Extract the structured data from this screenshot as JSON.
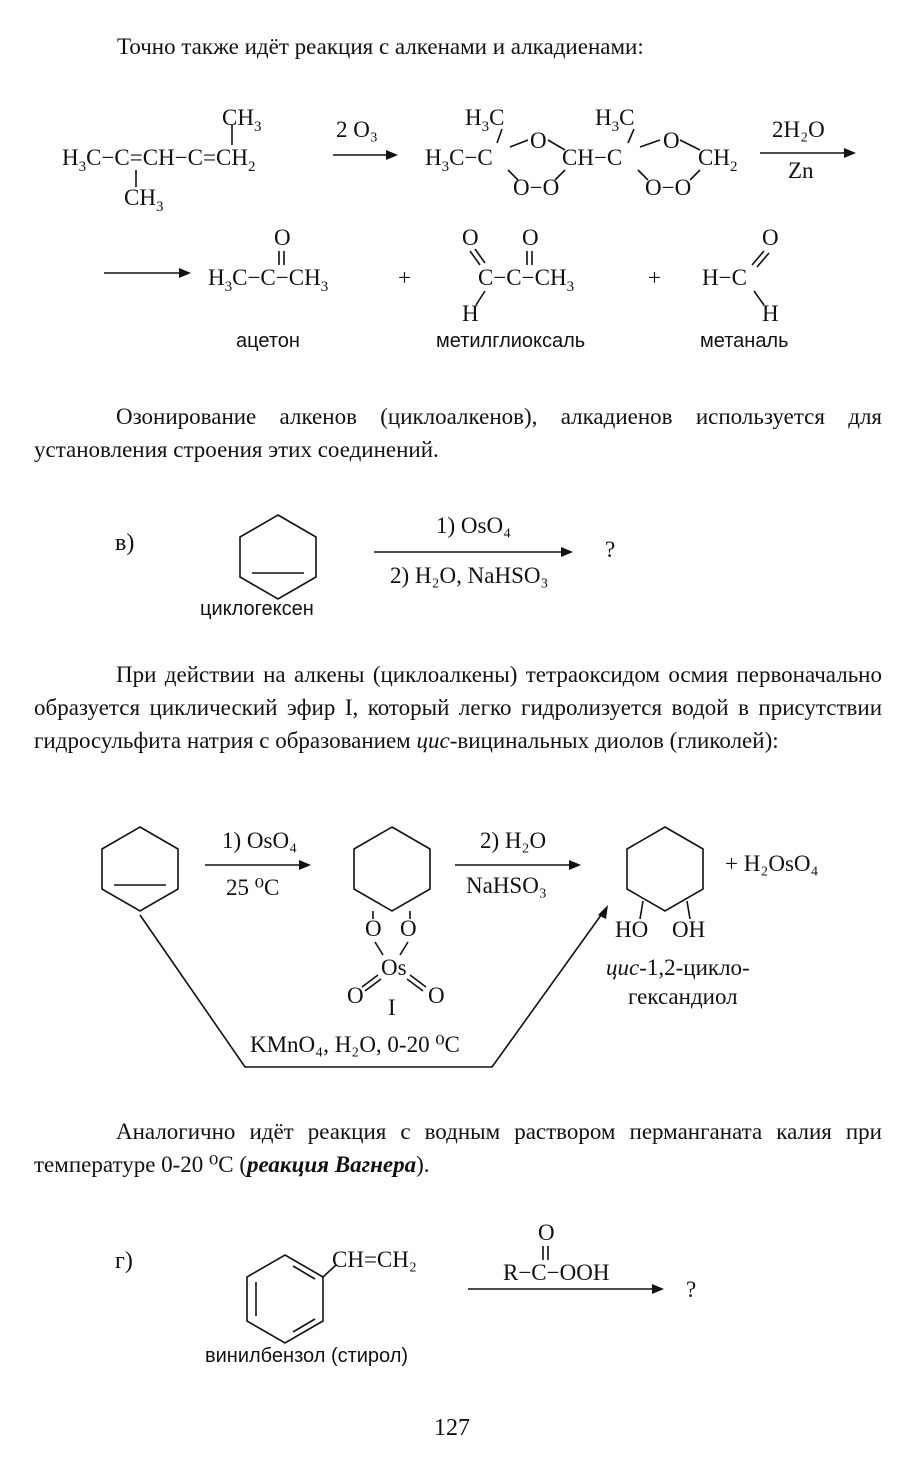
{
  "intro": "Точно также идёт реакция с алкенами и алкадиенами:",
  "scheme1": {
    "reagent1": "2 O₃",
    "reagent2_top": "2H₂O",
    "reagent2_bottom": "Zn",
    "product_names": [
      "ацетон",
      "метилглиоксаль",
      "метаналь"
    ]
  },
  "para_ozonolysis": "Озонирование алкенов (циклоалкенов), алкадиенов используется для установления строения этих соединений.",
  "task_v": {
    "label": "в)",
    "compound_name": "циклогексен",
    "reagent_top": "1) OsO₄",
    "reagent_bottom": "2) H₂O, NaHSO₃",
    "result": "?"
  },
  "para_osmium": {
    "before": "При действии на алкены (циклоалкены) тетраоксидом осмия первоначально образуется циклический эфир I, который легко гидролизуется водой в присутствии гидросульфита натрия с образованием ",
    "italic": "цис",
    "after": "-вицинальных диолов (гликолей):"
  },
  "scheme2": {
    "step1_top": "1) OsO₄",
    "step1_bottom": "25 ⁰C",
    "step2_top": "2) H₂O",
    "step2_bottom": "NaHSO₃",
    "byproduct": "+ H₂OsO₄",
    "intermediate_label": "I",
    "product_italic": "цис",
    "product_name_1": "-1,2-цикло-",
    "product_name_2": "гександиол",
    "alt_conditions": "KMnO₄, H₂O, 0-20 ⁰C"
  },
  "para_wagner": {
    "text": "Аналогично идёт реакция с водным раствором перманганата калия при температуре 0-20 ⁰C (",
    "bold_italic": "реакция Вагнера",
    "end": ")."
  },
  "task_g": {
    "label": "г)",
    "substituent": "CH=CH₂",
    "compound_name": "винилбензол (стирол)",
    "reagent": "R−C−OOH",
    "result": "?"
  },
  "page_number": "127"
}
